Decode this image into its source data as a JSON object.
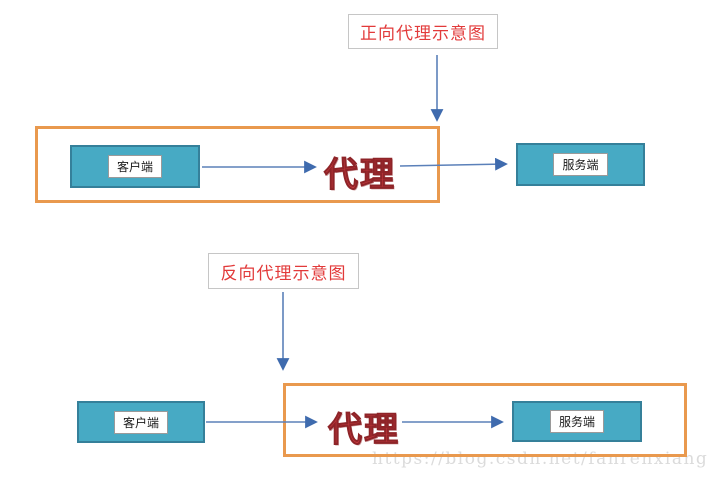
{
  "colors": {
    "node_fill": "#47AAC4",
    "node_border": "#35809A",
    "container_border": "#E9994E",
    "title_text": "#E23A3A",
    "proxy_text": "#CB3A3F",
    "connector": "#5B80B9",
    "watermark_text": "#DBDBDB"
  },
  "diagram": {
    "forward": {
      "title": "正向代理示意图",
      "client_label": "客户端",
      "proxy_label": "代理",
      "server_label": "服务端"
    },
    "reverse": {
      "title": "反向代理示意图",
      "client_label": "客户端",
      "proxy_label": "代理",
      "server_label": "服务端"
    },
    "watermark": "https://blog.csdn.net/fanrenxiang"
  }
}
